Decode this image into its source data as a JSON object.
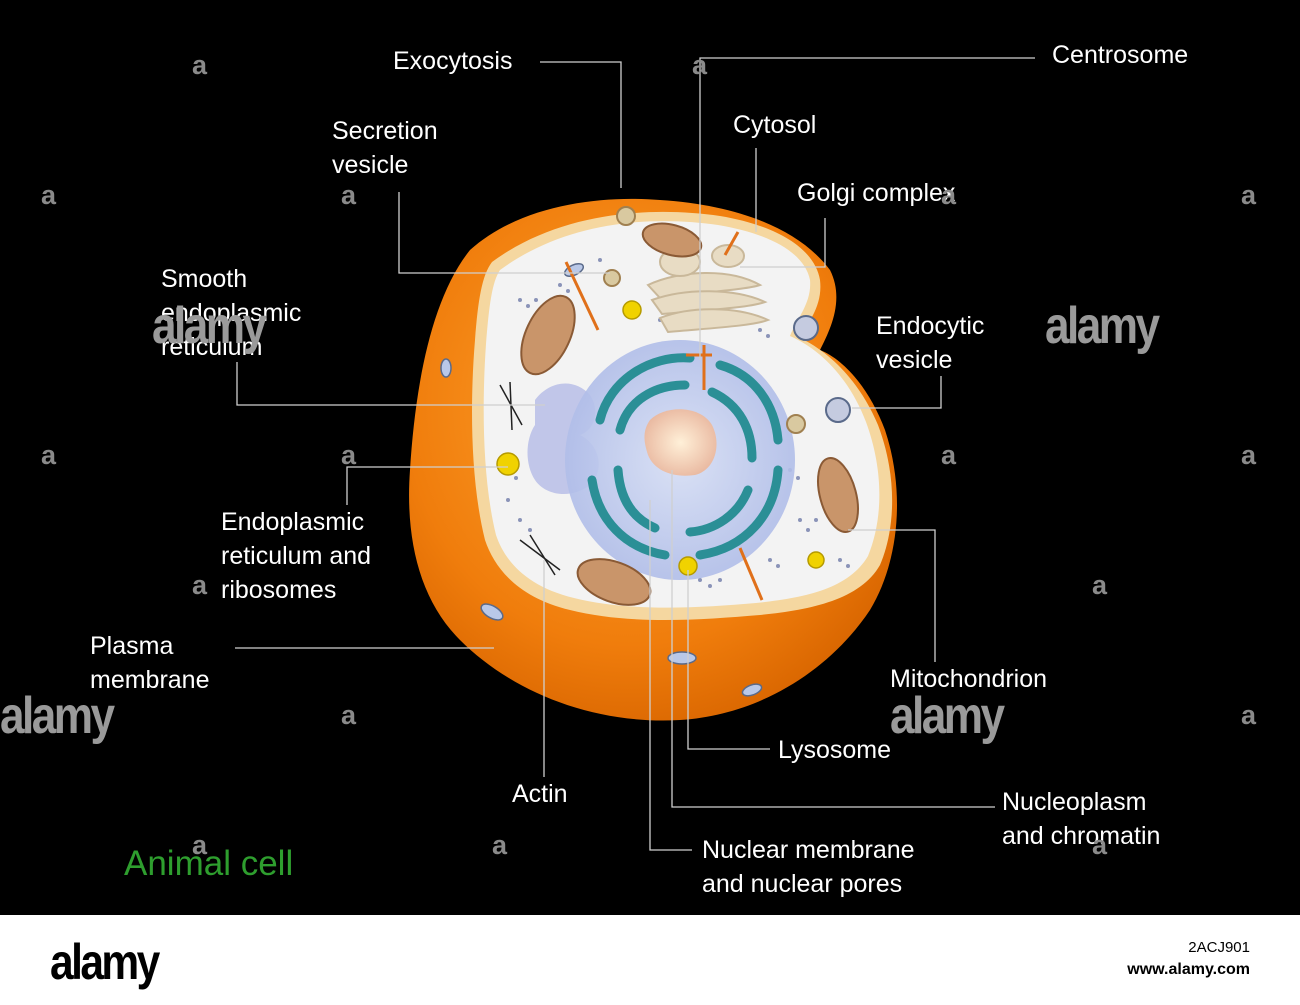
{
  "labels": {
    "exocytosis": "Exocytosis",
    "centrosome": "Centrosome",
    "secretion_vesicle": [
      "Secretion",
      "vesicle"
    ],
    "cytosol": "Cytosol",
    "golgi_complex": "Golgi complex",
    "smooth_er": [
      "Smooth",
      "endoplasmic",
      "reticulum"
    ],
    "endocytic_vesicle": [
      "Endocytic",
      "vesicle"
    ],
    "er_ribosomes": [
      "Endoplasmic",
      "reticulum and",
      "ribosomes"
    ],
    "plasma_membrane": [
      "Plasma",
      "membrane"
    ],
    "mitochondrion": "Mitochondrion",
    "lysosome": "Lysosome",
    "actin": "Actin",
    "nucleoplasm_chromatin": [
      "Nucleoplasm",
      "and chromatin"
    ],
    "nuclear_membrane_pores": [
      "Nuclear membrane",
      "and nuclear pores"
    ]
  },
  "caption": "Animal cell",
  "watermark": {
    "small": "a",
    "big": "alamy"
  },
  "footer": {
    "logo": "alamy",
    "image_id": "2ACJ901",
    "url": "www.alamy.com"
  },
  "colors": {
    "background": "#000000",
    "label_text": "#ffffff",
    "leader_line": "#cfcfcf",
    "caption": "#2e9e2e",
    "cell_outer": "#f07d0c",
    "cell_inner": "#f2f2f2",
    "membrane_rim": "#f5d7a0",
    "nucleus": "#2b8f96",
    "nucleolus": "#f3d9c0",
    "golgi": "#e8dcc4",
    "mitochondrion": "#c9956a",
    "lysosome": "#f0d200",
    "er": "#9aa7d6"
  }
}
